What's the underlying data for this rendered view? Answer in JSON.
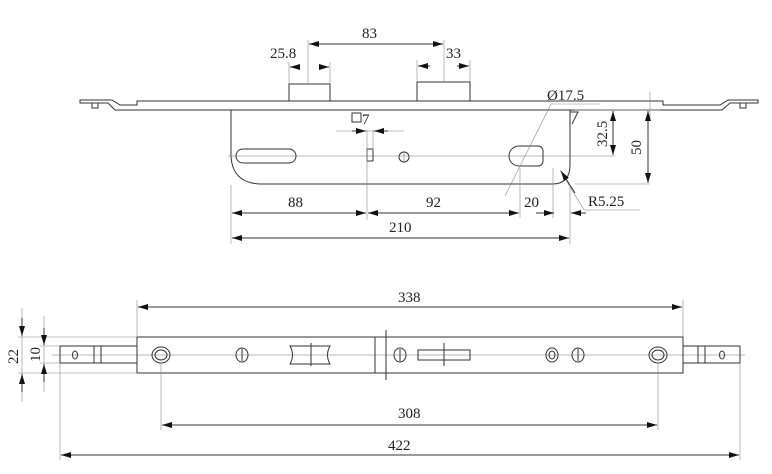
{
  "title": "Multipoint lock drawing",
  "colors": {
    "line": "#333333",
    "dim": "#888888",
    "text": "#222222"
  },
  "top_view": {
    "dims": {
      "bolt_spacing": "83",
      "bolt_left_width": "25.8",
      "bolt_right_width": "33",
      "cylinder_diameter": "Ø17.5",
      "spindle_square": "7",
      "height_to_cylinder": "32.5",
      "case_height": "50",
      "radius": "R5.25",
      "slot_to_spindle": "88",
      "spindle_to_cylinder": "92",
      "cylinder_to_edge": "20",
      "case_length": "210"
    }
  },
  "bottom_view": {
    "dims": {
      "faceplate_length": "338",
      "fixing_holes_distance": "308",
      "overall_length": "422",
      "faceplate_width": "22",
      "rod_width": "10"
    }
  }
}
